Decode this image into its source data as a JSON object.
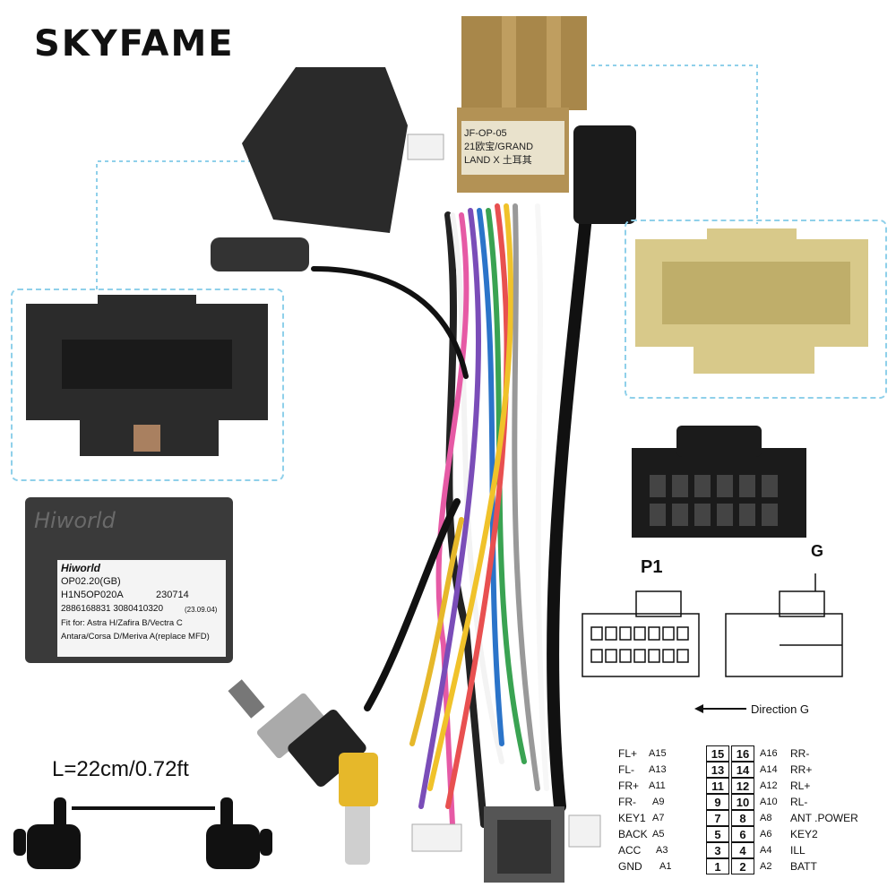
{
  "brand": "SKYFAME",
  "watermark": "SKYFAME",
  "yellow_connector_label": [
    "JF-OP-05",
    "21欧宝/GRAND",
    "LAND X 土耳其"
  ],
  "module_logo": "Hiworld",
  "module_sticker": {
    "brand": "Hiworld",
    "line1": "OP02.20(GB)",
    "line2_left": "H1N5OP020A",
    "line2_right": "230714",
    "line3": "2886168831 3080410320",
    "line3_date": "(23.09.04)",
    "line4": "Fit for: Astra H/Zafira B/Vectra C",
    "line5": "Antara/Corsa D/Meriva A(replace MFD)"
  },
  "length_label": "L=22cm/0.72ft",
  "p1_label": "P1",
  "g_label": "G",
  "direction_label": "Direction G",
  "pinout_left": [
    {
      "name": "FL+",
      "code": "A15",
      "pin": "15"
    },
    {
      "name": "FL-",
      "code": "A13",
      "pin": "13"
    },
    {
      "name": "FR+",
      "code": "A11",
      "pin": "11"
    },
    {
      "name": "FR-",
      "code": "A9",
      "pin": "9"
    },
    {
      "name": "KEY1",
      "code": "A7",
      "pin": "7"
    },
    {
      "name": "BACK",
      "code": "A5",
      "pin": "5"
    },
    {
      "name": "ACC",
      "code": "A3",
      "pin": "3"
    },
    {
      "name": "GND",
      "code": "A1",
      "pin": "1"
    }
  ],
  "pinout_right": [
    {
      "name": "RR-",
      "code": "A16",
      "pin": "16"
    },
    {
      "name": "RR+",
      "code": "A14",
      "pin": "14"
    },
    {
      "name": "RL+",
      "code": "A12",
      "pin": "12"
    },
    {
      "name": "RL-",
      "code": "A10",
      "pin": "10"
    },
    {
      "name": "ANT .POWER",
      "code": "A8",
      "pin": "8"
    },
    {
      "name": "KEY2",
      "code": "A6",
      "pin": "6"
    },
    {
      "name": "ILL",
      "code": "A4",
      "pin": "4"
    },
    {
      "name": "BATT",
      "code": "A2",
      "pin": "2"
    }
  ],
  "colors": {
    "dash": "#8fd0ea",
    "black_connector": "#2a2a2a",
    "yellow_connector": "#a8874a",
    "yellow_face": "#d8c98a",
    "rca_yellow": "#e6b82a"
  }
}
